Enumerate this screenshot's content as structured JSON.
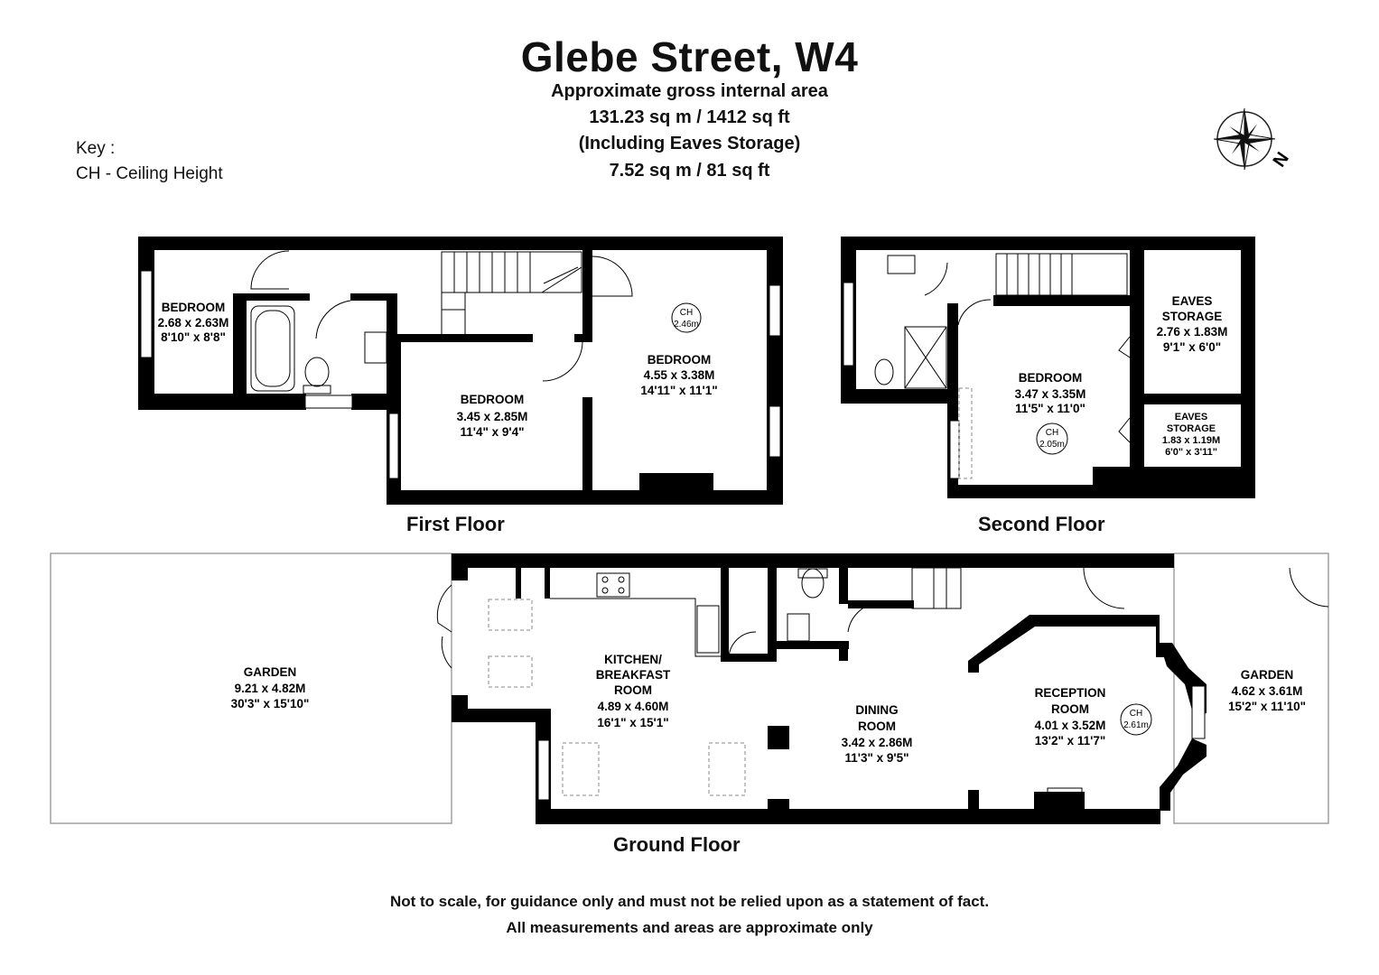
{
  "header": {
    "title": "Glebe Street, W4",
    "line1": "Approximate gross internal area",
    "line2": "131.23 sq m / 1412 sq ft",
    "line3": "(Including  Eaves Storage)",
    "line4": "7.52 sq m / 81 sq ft"
  },
  "key": {
    "heading": "Key :",
    "entry": "CH - Ceiling Height"
  },
  "compass": {
    "north": "N"
  },
  "floors": {
    "first": "First Floor",
    "second": "Second Floor",
    "ground": "Ground Floor"
  },
  "rooms": {
    "ff_bed_small": {
      "name": "BEDROOM",
      "metric": "2.68 x 2.63M",
      "imperial": "8'10\" x 8'8\""
    },
    "ff_bed_mid": {
      "name": "BEDROOM",
      "metric": "3.45 x 2.85M",
      "imperial": "11'4\" x 9'4\""
    },
    "ff_bed_large": {
      "name": "BEDROOM",
      "metric": "4.55 x 3.38M",
      "imperial": "14'11\" x 11'1\"",
      "ch_label": "CH",
      "ch_value": "2.46m"
    },
    "sf_bed": {
      "name": "BEDROOM",
      "metric": "3.47 x 3.35M",
      "imperial": "11'5\" x 11'0\"",
      "ch_label": "CH",
      "ch_value": "2.05m"
    },
    "sf_eaves1": {
      "name1": "EAVES",
      "name2": "STORAGE",
      "metric": "2.76 x 1.83M",
      "imperial": "9'1\" x 6'0\""
    },
    "sf_eaves2": {
      "name1": "EAVES",
      "name2": "STORAGE",
      "metric": "1.83 x 1.19M",
      "imperial": "6'0\" x 3'11\""
    },
    "gf_garden_rear": {
      "name": "GARDEN",
      "metric": "9.21 x 4.82M",
      "imperial": "30'3\" x 15'10\""
    },
    "gf_kitchen": {
      "name1": "KITCHEN/",
      "name2": "BREAKFAST",
      "name3": "ROOM",
      "metric": "4.89 x 4.60M",
      "imperial": "16'1\" x 15'1\""
    },
    "gf_dining": {
      "name1": "DINING",
      "name2": "ROOM",
      "metric": "3.42 x 2.86M",
      "imperial": "11'3\" x 9'5\""
    },
    "gf_reception": {
      "name1": "RECEPTION",
      "name2": "ROOM",
      "metric": "4.01 x 3.52M",
      "imperial": "13'2\" x 11'7\"",
      "ch_label": "CH",
      "ch_value": "2.61m"
    },
    "gf_garden_front": {
      "name": "GARDEN",
      "metric": "4.62 x 3.61M",
      "imperial": "15'2\" x 11'10\""
    }
  },
  "footer": {
    "line1": "Not to scale, for guidance only and must not be relied upon as a statement of fact.",
    "line2": "All measurements and areas are approximate only"
  }
}
